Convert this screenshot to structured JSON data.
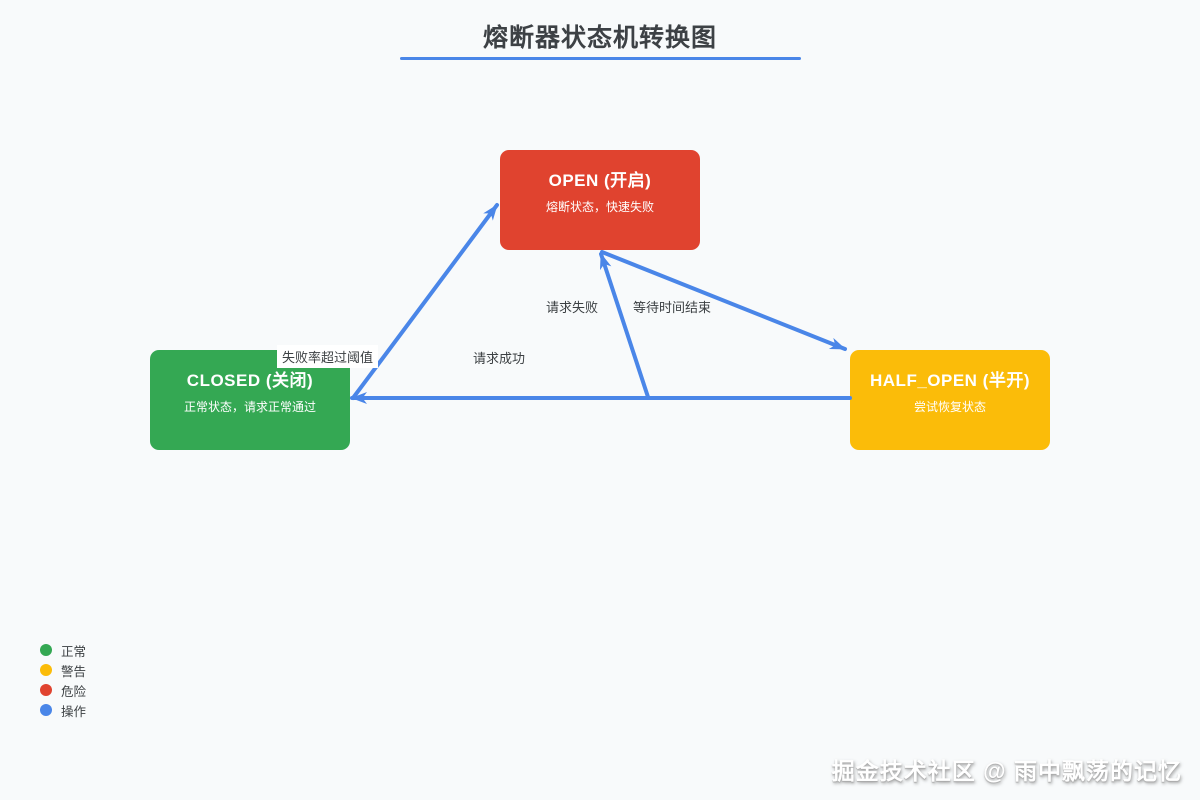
{
  "header": {
    "title": "熔断器状态机转换图"
  },
  "colors": {
    "background": "#f8fafb",
    "accent": "#4a86e8",
    "text": "#3c4043",
    "label_bg": "#ffffff"
  },
  "nodes": [
    {
      "id": "open",
      "title": "OPEN (开启)",
      "subtitle": "熔断状态，快速失败",
      "color": "#e0432f"
    },
    {
      "id": "closed",
      "title": "CLOSED (关闭)",
      "subtitle": "正常状态，请求正常通过",
      "color": "#34a853"
    },
    {
      "id": "half_open",
      "title": "HALF_OPEN (半开)",
      "subtitle": "尝试恢复状态",
      "color": "#fbbc09"
    }
  ],
  "edges": [
    {
      "from": "CLOSED",
      "to": "OPEN",
      "label": "失败率超过阈值"
    },
    {
      "from": "OPEN",
      "to": "HALF_OPEN",
      "label": "等待时间结束"
    },
    {
      "from": "HALF_OPEN",
      "to": "OPEN",
      "label": "请求失败"
    },
    {
      "from": "HALF_OPEN",
      "to": "CLOSED",
      "label": "请求成功"
    }
  ],
  "legend": [
    {
      "label": "正常",
      "color": "#34a853"
    },
    {
      "label": "警告",
      "color": "#fbbc09"
    },
    {
      "label": "危险",
      "color": "#e0432f"
    },
    {
      "label": "操作",
      "color": "#4a86e8"
    }
  ],
  "watermark": {
    "text": "掘金技术社区 @ 雨中飘荡的记忆"
  }
}
